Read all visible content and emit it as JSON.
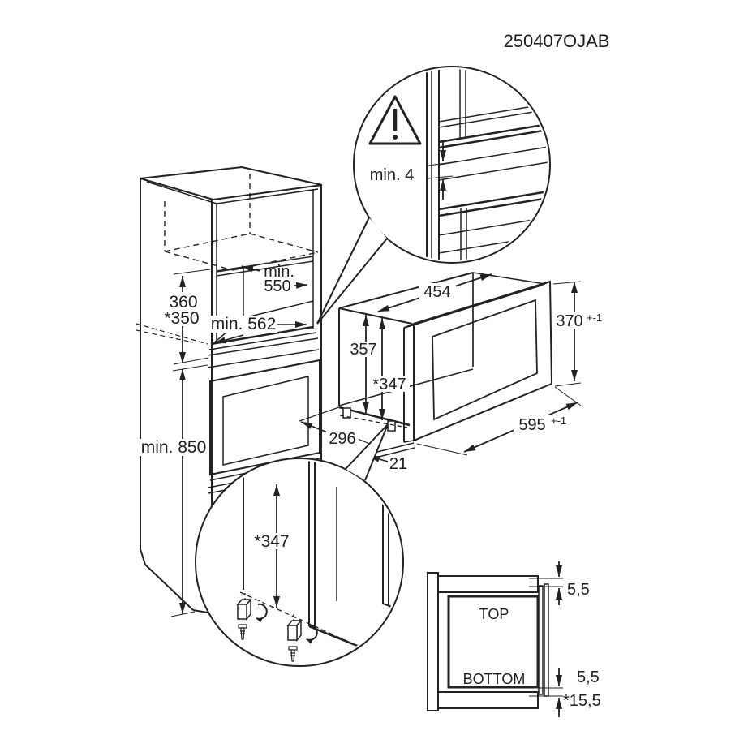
{
  "title": {
    "code": "250407OJAB"
  },
  "colors": {
    "line": "#222222",
    "background": "#ffffff"
  },
  "detail_top": {
    "gap": "min. 4"
  },
  "cabinet": {
    "niche_width_label": "min.",
    "niche_width_value": "550",
    "niche_height": "360",
    "niche_height_alt": "*350",
    "niche_depth": "min. 562",
    "min_height": "min. 850"
  },
  "microwave": {
    "body_depth": "454",
    "front_height": "370",
    "front_height_tol": "+-1",
    "body_height": "357",
    "body_height_alt": "*347",
    "front_width": "595",
    "front_width_tol": "+-1",
    "rear_depth": "296",
    "front_overhang": "21"
  },
  "detail_bottom": {
    "body_height_alt": "*347"
  },
  "section_view": {
    "top_label": "TOP",
    "bottom_label": "BOTTOM",
    "gap_top": "5,5",
    "gap_bottom": "5,5",
    "gap_bottom_alt": "*15,5"
  }
}
